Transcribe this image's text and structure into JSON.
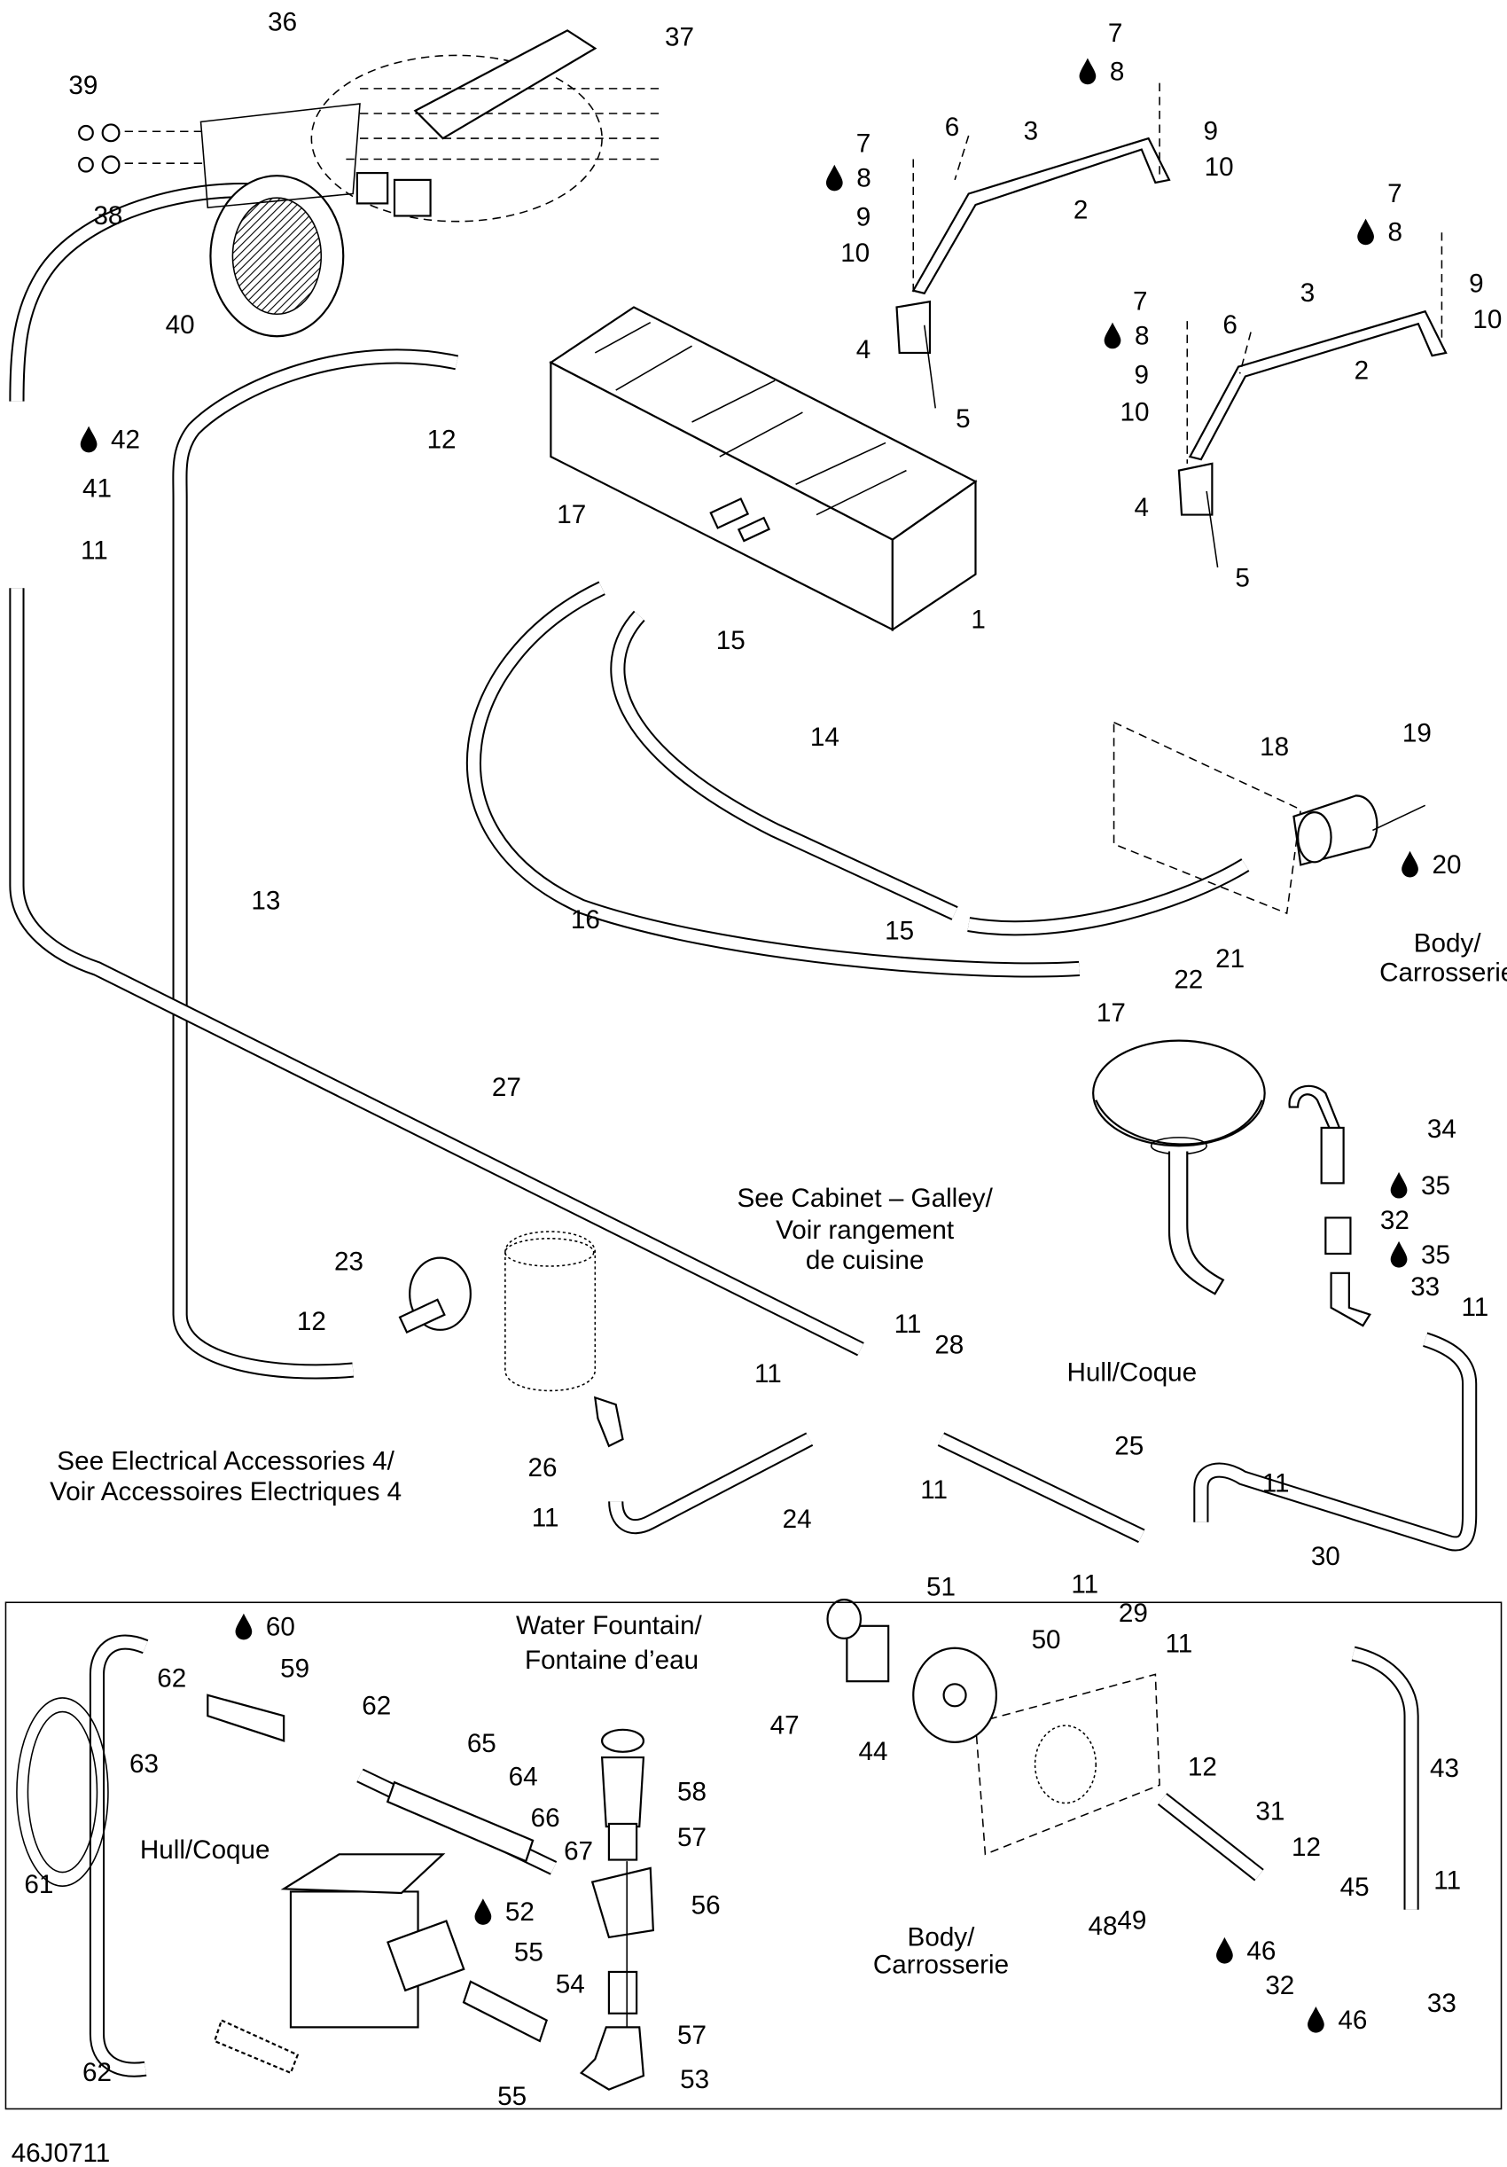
{
  "diagram": {
    "code": "46J0711",
    "notes": {
      "body_1": "Body/",
      "body_2": "Carrosserie",
      "cabinet_1": "See Cabinet – Galley/",
      "cabinet_2": "Voir rangement",
      "cabinet_3": "de cuisine",
      "hull_1": "Hull/Coque",
      "electrical_1": "See Electrical Accessories 4/",
      "electrical_2": "Voir Accessoires Electriques 4",
      "body2_1": "Body/",
      "body2_2": "Carrosserie",
      "inset_title_1": "Water Fountain/",
      "inset_title_2": "Fontaine d’eau",
      "hull_2": "Hull/Coque"
    },
    "lubricant_icon": "oil-drop-icon",
    "callouts": [
      {
        "text": "36"
      },
      {
        "text": "37"
      },
      {
        "text": "39"
      },
      {
        "text": "38"
      },
      {
        "text": "40"
      },
      {
        "text": "42",
        "lubricant": true
      },
      {
        "text": "41"
      },
      {
        "text": "11"
      },
      {
        "text": "12"
      },
      {
        "text": "13"
      },
      {
        "text": "17"
      },
      {
        "text": "15"
      },
      {
        "text": "1"
      },
      {
        "text": "14"
      },
      {
        "text": "16"
      },
      {
        "text": "15"
      },
      {
        "text": "17"
      },
      {
        "text": "18"
      },
      {
        "text": "19"
      },
      {
        "text": "20",
        "lubricant": true
      },
      {
        "text": "21"
      },
      {
        "text": "22"
      },
      {
        "text": "7"
      },
      {
        "text": "8",
        "lubricant": true
      },
      {
        "text": "9"
      },
      {
        "text": "10"
      },
      {
        "text": "6"
      },
      {
        "text": "3"
      },
      {
        "text": "2"
      },
      {
        "text": "4"
      },
      {
        "text": "5"
      },
      {
        "text": "7"
      },
      {
        "text": "8",
        "lubricant": true
      },
      {
        "text": "9"
      },
      {
        "text": "10"
      },
      {
        "text": "7"
      },
      {
        "text": "8",
        "lubricant": true
      },
      {
        "text": "9"
      },
      {
        "text": "10"
      },
      {
        "text": "6"
      },
      {
        "text": "3"
      },
      {
        "text": "2"
      },
      {
        "text": "7"
      },
      {
        "text": "8",
        "lubricant": true
      },
      {
        "text": "9"
      },
      {
        "text": "10"
      },
      {
        "text": "4"
      },
      {
        "text": "5"
      },
      {
        "text": "27"
      },
      {
        "text": "34"
      },
      {
        "text": "35",
        "lubricant": true
      },
      {
        "text": "32"
      },
      {
        "text": "35",
        "lubricant": true
      },
      {
        "text": "33"
      },
      {
        "text": "11"
      },
      {
        "text": "23"
      },
      {
        "text": "12"
      },
      {
        "text": "11"
      },
      {
        "text": "28"
      },
      {
        "text": "11"
      },
      {
        "text": "26"
      },
      {
        "text": "11"
      },
      {
        "text": "24"
      },
      {
        "text": "11"
      },
      {
        "text": "25"
      },
      {
        "text": "11"
      },
      {
        "text": "30"
      },
      {
        "text": "11"
      },
      {
        "text": "29"
      },
      {
        "text": "11"
      },
      {
        "text": "51"
      },
      {
        "text": "50"
      },
      {
        "text": "47"
      },
      {
        "text": "44"
      },
      {
        "text": "12"
      },
      {
        "text": "43"
      },
      {
        "text": "31"
      },
      {
        "text": "12"
      },
      {
        "text": "45"
      },
      {
        "text": "11"
      },
      {
        "text": "48"
      },
      {
        "text": "49"
      },
      {
        "text": "46",
        "lubricant": true
      },
      {
        "text": "32"
      },
      {
        "text": "46",
        "lubricant": true
      },
      {
        "text": "33"
      },
      {
        "text": "60",
        "lubricant": true
      },
      {
        "text": "59"
      },
      {
        "text": "62"
      },
      {
        "text": "63"
      },
      {
        "text": "62"
      },
      {
        "text": "65"
      },
      {
        "text": "64"
      },
      {
        "text": "66"
      },
      {
        "text": "67"
      },
      {
        "text": "58"
      },
      {
        "text": "57"
      },
      {
        "text": "56"
      },
      {
        "text": "61"
      },
      {
        "text": "52",
        "lubricant": true
      },
      {
        "text": "55"
      },
      {
        "text": "54"
      },
      {
        "text": "57"
      },
      {
        "text": "53"
      },
      {
        "text": "55"
      },
      {
        "text": "62"
      }
    ]
  }
}
